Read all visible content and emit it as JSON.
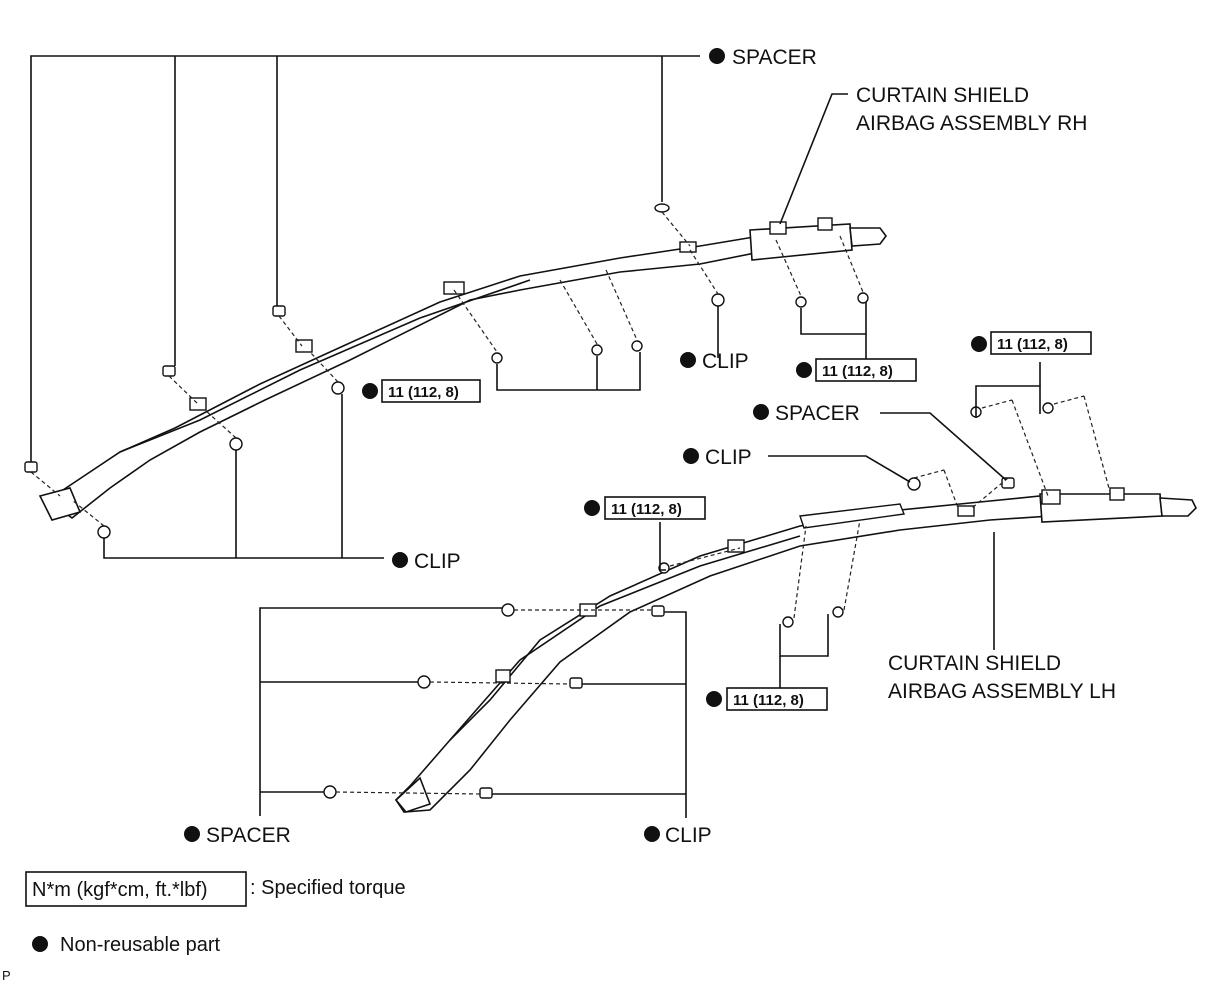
{
  "labels": {
    "spacer": "SPACER",
    "clip": "CLIP",
    "torque": "11 (112, 8)",
    "rh_line1": "CURTAIN SHIELD",
    "rh_line2": "AIRBAG ASSEMBLY RH",
    "lh_line1": "CURTAIN SHIELD",
    "lh_line2": "AIRBAG ASSEMBLY LH"
  },
  "legend": {
    "torque_box": "N*m (kgf*cm, ft.*lbf)",
    "torque_desc": ": Specified torque",
    "nonreusable": "Non-reusable part"
  },
  "corner_mark": "P"
}
